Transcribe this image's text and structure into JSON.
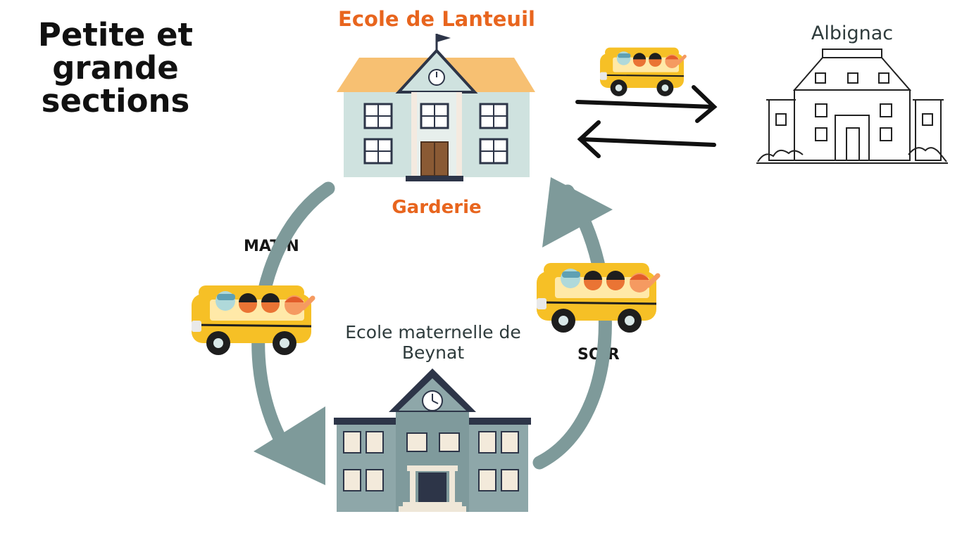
{
  "title": "Petite et grande sections",
  "schools": {
    "lanteuil": {
      "name": "Ecole de Lanteuil",
      "sub": "Garderie"
    },
    "albignac": {
      "name": "Albignac"
    },
    "beynat": {
      "name": "Ecole maternelle de Beynat"
    }
  },
  "labels": {
    "morning": "MATIN",
    "evening": "SOIR"
  },
  "colors": {
    "accent": "#E8651E",
    "cycle_arrow": "#7E9A9A",
    "bus": "#F6C026",
    "roof_lanteuil": "#F7C072",
    "wall_lanteuil": "#CFE2DF",
    "building_beynat": "#8EA7A9",
    "roof_beynat": "#2D3548"
  },
  "icons": [
    "bus-icon",
    "school-icon",
    "mansion-icon",
    "clock-icon",
    "flag-icon"
  ]
}
